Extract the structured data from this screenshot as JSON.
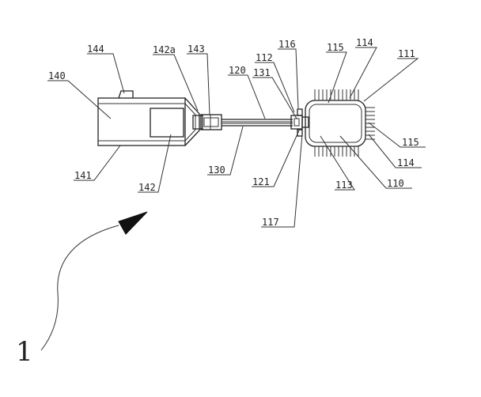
{
  "labels": {
    "l144": "144",
    "l142a": "142a",
    "l143": "143",
    "l116": "116",
    "l115a": "115",
    "l114a": "114",
    "l111": "111",
    "l140": "140",
    "l120": "120",
    "l112": "112",
    "l131": "131",
    "l115b": "115",
    "l114b": "114",
    "l141": "141",
    "l130": "130",
    "l121": "121",
    "l113": "113",
    "l110": "110",
    "l142": "142",
    "l117": "117",
    "l1": "1"
  }
}
